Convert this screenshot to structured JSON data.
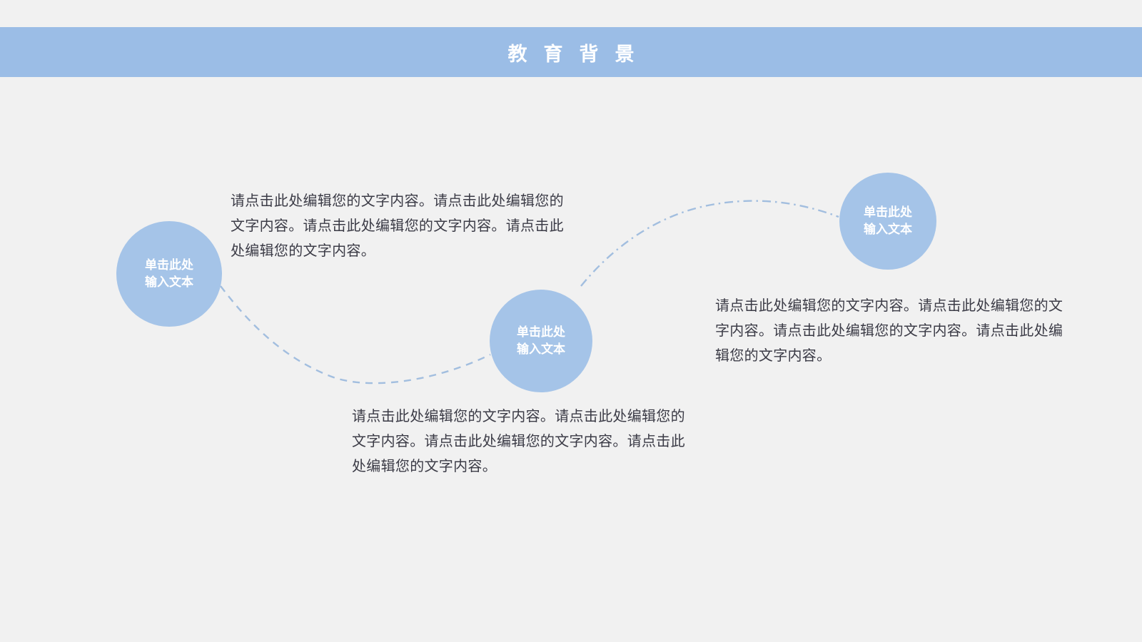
{
  "slide": {
    "title": "教育背景",
    "background_color": "#f1f1f1",
    "title_bar_color": "#9bbde6",
    "node_color": "#a5c4e8",
    "connector_color": "#a2bedf",
    "body_text_color": "#3b3b46"
  },
  "nodes": [
    {
      "id": 1,
      "label_line1": "单击此处",
      "label_line2": "输入文本"
    },
    {
      "id": 2,
      "label_line1": "单击此处",
      "label_line2": "输入文本"
    },
    {
      "id": 3,
      "label_line1": "单击此处",
      "label_line2": "输入文本"
    }
  ],
  "paragraphs": [
    {
      "lines": [
        "请点击此处编辑您的文字内容。请点击此处编辑您的",
        "文字内容。请点击此处编辑您的文字内容。请点击此",
        "处编辑您的文字内容。"
      ]
    },
    {
      "lines": [
        "请点击此处编辑您的文字内容。请点击此处编辑您的",
        "文字内容。请点击此处编辑您的文字内容。请点击此",
        "处编辑您的文字内容。"
      ]
    },
    {
      "lines": [
        "请点击此处编辑您的文字内容。请点击此处编辑您的文",
        "字内容。请点击此处编辑您的文字内容。请点击此处编",
        "辑您的文字内容。"
      ]
    }
  ]
}
